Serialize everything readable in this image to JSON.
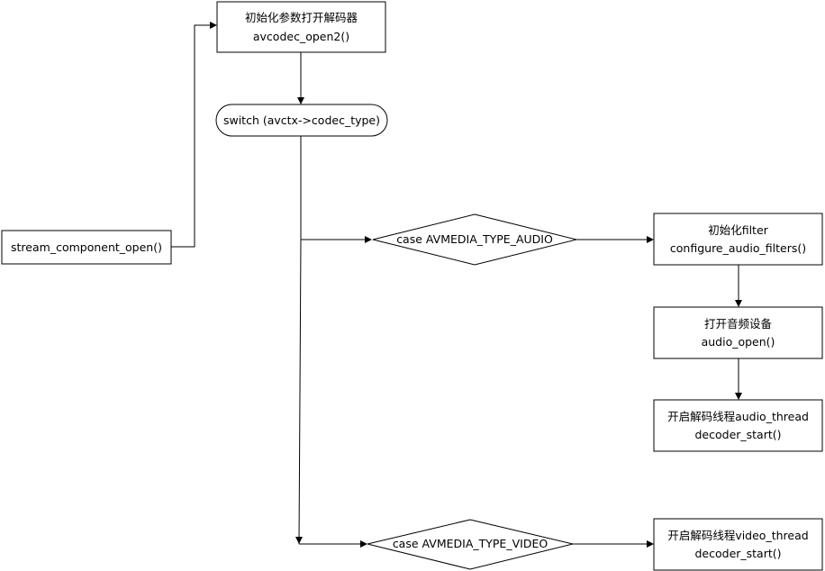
{
  "nodes": {
    "stream_component_open": {
      "line1": "stream_component_open()"
    },
    "init_open_codec": {
      "line1": "初始化参数打开解码器",
      "line2": "avcodec_open2()"
    },
    "switch_codec_type": {
      "line1": "switch (avctx->codec_type)"
    },
    "case_audio": {
      "line1": "case AVMEDIA_TYPE_AUDIO"
    },
    "case_video": {
      "line1": "case AVMEDIA_TYPE_VIDEO"
    },
    "init_filter": {
      "line1": "初始化filter",
      "line2": "configure_audio_filters()"
    },
    "open_audio_device": {
      "line1": "打开音频设备",
      "line2": "audio_open()"
    },
    "start_audio_thread": {
      "line1": "开启解码线程audio_thread",
      "line2": "decoder_start()"
    },
    "start_video_thread": {
      "line1": "开启解码线程video_thread",
      "line2": "decoder_start()"
    }
  },
  "colors": {
    "stroke": "#000000",
    "fill": "#ffffff",
    "text": "#000000"
  }
}
